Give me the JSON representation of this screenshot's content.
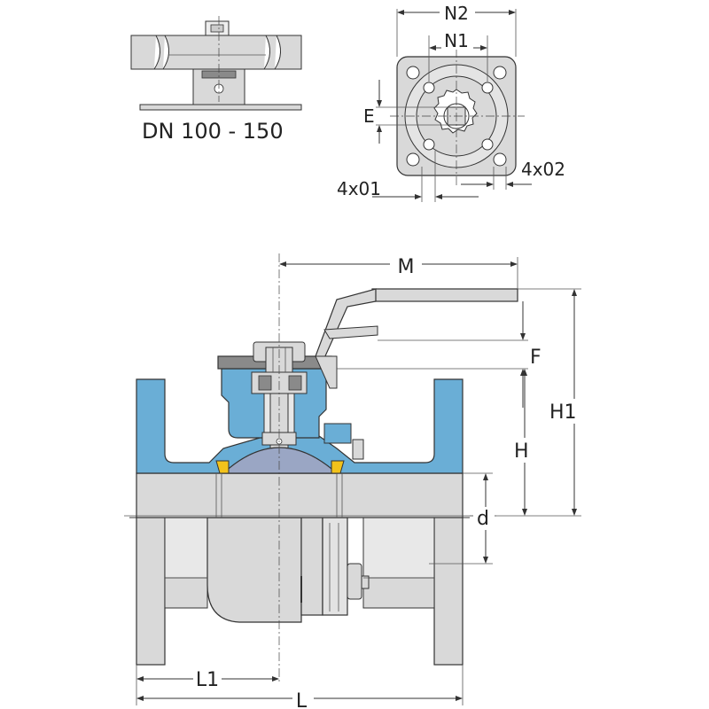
{
  "variant_label": "DN 100 - 150",
  "dimensions": {
    "n2": "N2",
    "n1": "N1",
    "e": "E",
    "four_x_o1": "4x01",
    "four_x_o2": "4x02",
    "m": "M",
    "f": "F",
    "h1": "H1",
    "h": "H",
    "d": "d",
    "l1": "L1",
    "l": "L"
  },
  "colors": {
    "body_blue": "#6aaed6",
    "metal_grey": "#d9d9d9",
    "ball_blue": "#9aa6c4",
    "seal_yellow": "#f2c21b",
    "dark_grey": "#8a8a8a",
    "outline": "#333333"
  }
}
